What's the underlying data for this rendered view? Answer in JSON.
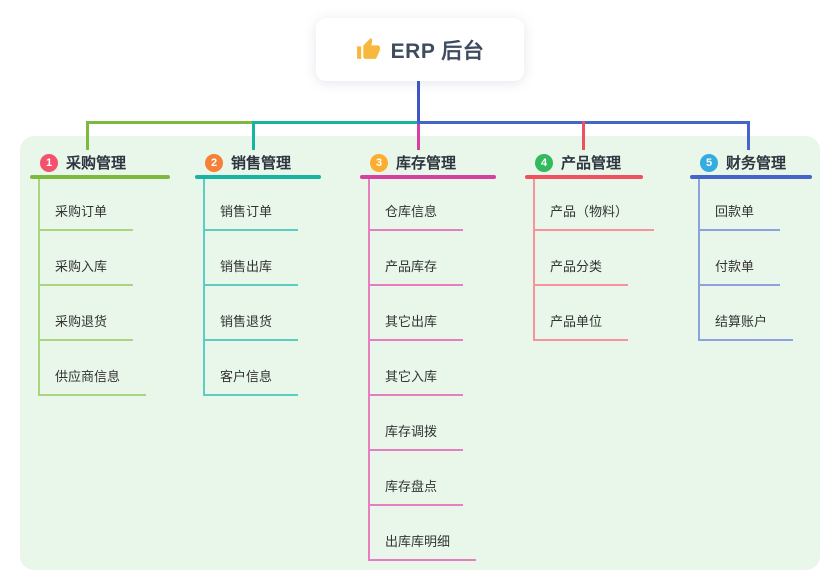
{
  "root": {
    "title": "ERP 后台",
    "icon": "thumbs-up"
  },
  "colors": {
    "page_bg": "#ffffff",
    "panel_bg": "#e9f7ea",
    "root_connector": "#4154c6",
    "right_connector": "#4565c9",
    "thumb_icon": "#f6b93d"
  },
  "branches": [
    {
      "badge": "1",
      "title": "采购管理",
      "badge_color": "#f4516c",
      "line_color": "#7cb93e",
      "child_line_color": "#a9d57f",
      "children": [
        "采购订单",
        "采购入库",
        "采购退货",
        "供应商信息"
      ]
    },
    {
      "badge": "2",
      "title": "销售管理",
      "badge_color": "#f58138",
      "line_color": "#17b3a3",
      "child_line_color": "#5ecdc1",
      "children": [
        "销售订单",
        "销售出库",
        "销售退货",
        "客户信息"
      ]
    },
    {
      "badge": "3",
      "title": "库存管理",
      "badge_color": "#f9ae2f",
      "line_color": "#d6409f",
      "child_line_color": "#e77ec2",
      "children": [
        "仓库信息",
        "产品库存",
        "其它出库",
        "其它入库",
        "库存调拨",
        "库存盘点",
        "出库库明细"
      ]
    },
    {
      "badge": "4",
      "title": "产品管理",
      "badge_color": "#33b95e",
      "line_color": "#f0515f",
      "child_line_color": "#f5949d",
      "children": [
        "产品（物料）",
        "产品分类",
        "产品单位"
      ]
    },
    {
      "badge": "5",
      "title": "财务管理",
      "badge_color": "#35ace0",
      "line_color": "#4565c9",
      "child_line_color": "#8ba2de",
      "children": [
        "回款单",
        "付款单",
        "结算账户"
      ]
    }
  ]
}
